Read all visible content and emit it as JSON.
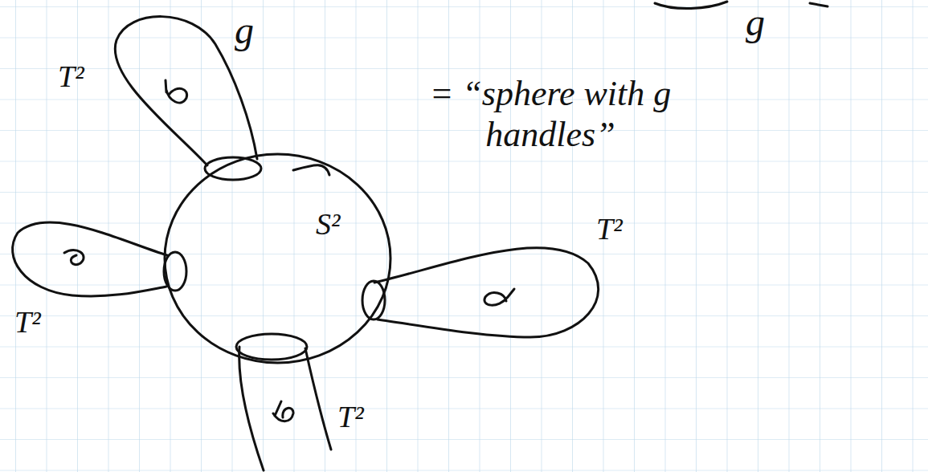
{
  "diagram": {
    "nodes": [
      {
        "text": [
          "S²"
        ]
      }
    ],
    "labels": [
      "T²",
      "g",
      "g",
      "= “sphere with g handles”",
      "T²",
      "T²",
      "T²"
    ]
  }
}
